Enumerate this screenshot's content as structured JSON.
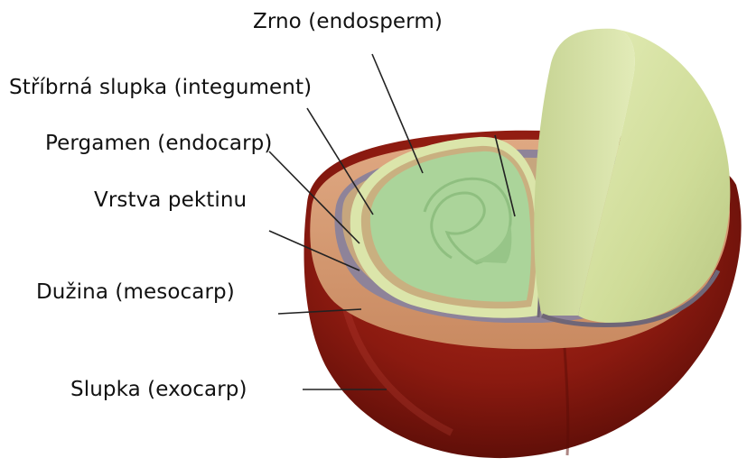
{
  "labels": {
    "zrno": "Zrno (endosperm)",
    "stribrna": "Stříbrná slupka (integument)",
    "pergamen": "Pergamen (endocarp)",
    "pektin": "Vrstva pektinu",
    "duzina": "Dužina (mesocarp)",
    "slupka": "Slupka (exocarp)"
  },
  "colors": {
    "exocarp": "#8b1a10",
    "exocarp_dark": "#5e0e08",
    "mesocarp": "#d59a72",
    "pectin": "#8a7f95",
    "endocarp": "#c9a77e",
    "integument": "#d9e6a8",
    "endosperm": "#a9d29a",
    "bean_half": "#d7e3a2"
  }
}
